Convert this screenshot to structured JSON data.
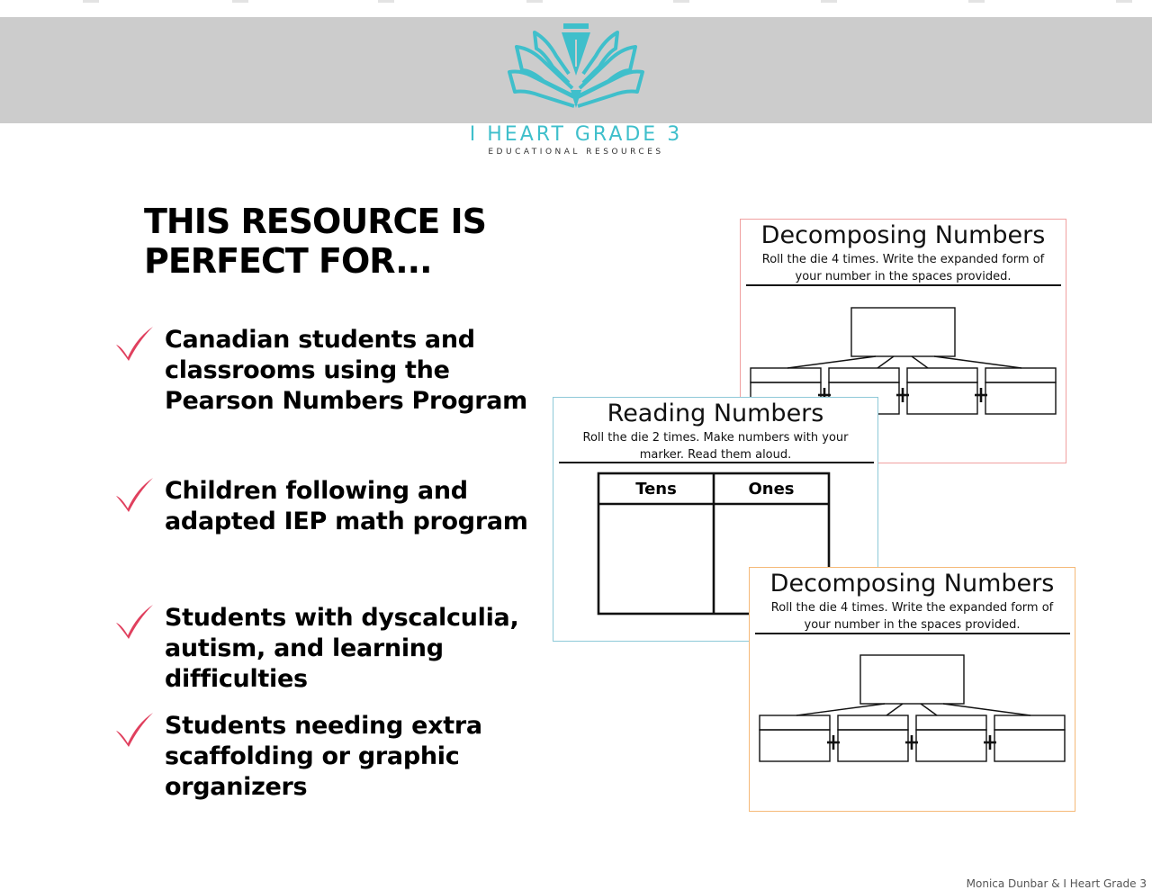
{
  "brand": {
    "name": "I HEART GRADE 3",
    "tagline": "EDUCATIONAL RESOURCES",
    "accent_color": "#3fbfcb"
  },
  "headline": {
    "line1": "THIS RESOURCE IS",
    "line2": "PERFECT FOR..."
  },
  "checklist": {
    "check_color": "#e0405e",
    "items": [
      {
        "text": "Canadian students and classrooms using the Pearson Numbers Program"
      },
      {
        "text": "Children following and adapted IEP math program"
      },
      {
        "text": "Students with dyscalculia, autism, and learning difficulties"
      },
      {
        "text": "Students needing extra scaffolding or graphic organizers"
      }
    ]
  },
  "cards": {
    "decomposing_top": {
      "title": "Decomposing Numbers",
      "instr1": "Roll the die 4 times.  Write the expanded form of",
      "instr2": "your number in the spaces provided.",
      "border_color": "#f0a0a0"
    },
    "reading": {
      "title": "Reading Numbers",
      "instr1": "Roll the die 2 times.  Make numbers with your",
      "instr2": "marker.  Read them aloud.",
      "col1": "Tens",
      "col2": "Ones",
      "border_color": "#8ec9d8"
    },
    "decomposing_bottom": {
      "title": "Decomposing Numbers",
      "instr1": "Roll the die 4 times.  Write the expanded form of",
      "instr2": "your number in the spaces provided.",
      "border_color": "#f5b978"
    }
  },
  "footer": {
    "credit": "Monica Dunbar & I Heart Grade 3"
  }
}
